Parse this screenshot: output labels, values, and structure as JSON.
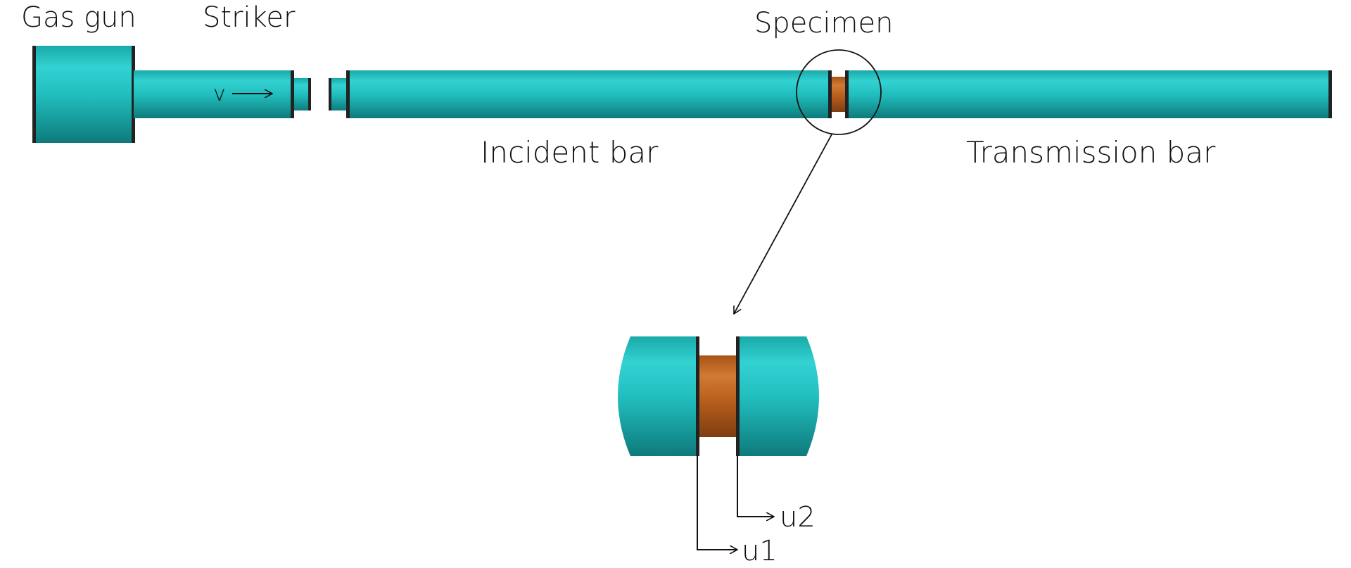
{
  "labels": {
    "gas_gun": "Gas gun",
    "striker": "Striker",
    "specimen": "Specimen",
    "velocity": "v",
    "incident_bar": "Incident bar",
    "transmission_bar": "Transmission bar",
    "displacement_1": "u1",
    "displacement_2": "u2"
  },
  "colors": {
    "bar": "#1fb8b8",
    "bar_highlight": "#33d2d2",
    "bar_shadow": "#0f7f80",
    "specimen": "#b85f1e",
    "specimen_highlight": "#d07a34",
    "specimen_shadow": "#7e3d10",
    "line": "#111111",
    "background": "#ffffff"
  }
}
